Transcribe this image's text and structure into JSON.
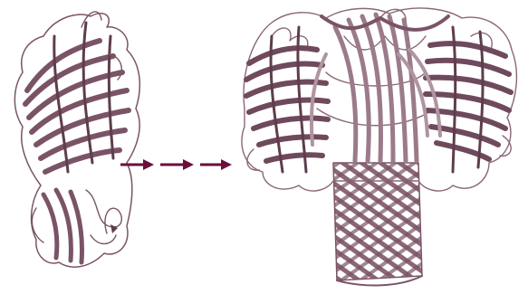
{
  "figure": {
    "panels": [
      {
        "id": "monomer",
        "depiction": "ribbon-structure"
      },
      {
        "id": "oligomer-pore",
        "depiction": "ribbon-structure"
      }
    ],
    "arrows": {
      "count": 3,
      "direction": "right"
    },
    "colors": {
      "ribbon": "#7a5466",
      "ribbon_light": "#a07f8f",
      "ribbon_dark": "#5e3d4e",
      "barrel": "#8a6677",
      "arrow": "#6b0f3c",
      "background": "#ffffff"
    }
  }
}
